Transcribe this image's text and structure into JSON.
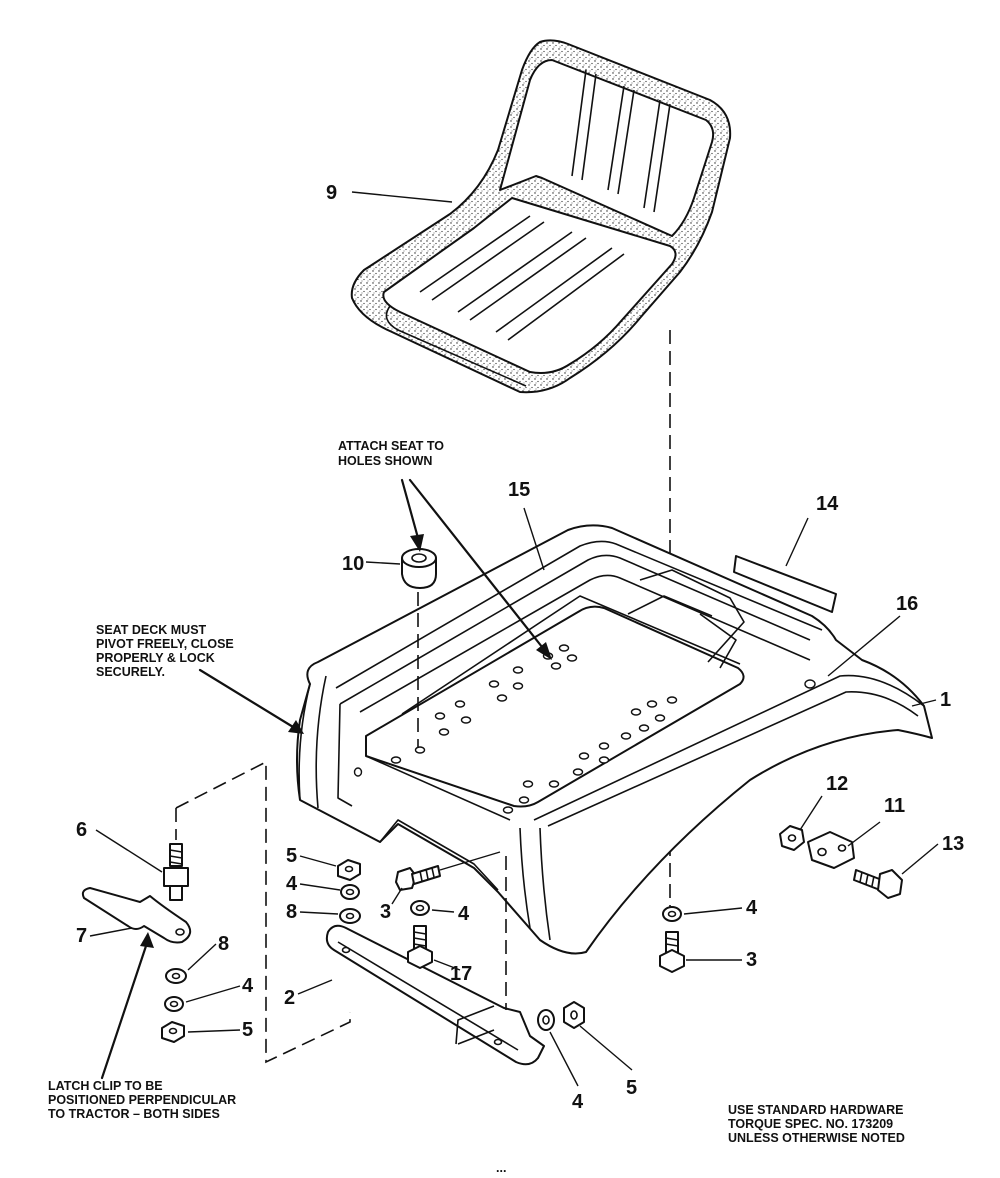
{
  "callouts": {
    "c1": "1",
    "c2": "2",
    "c3a": "3",
    "c3b": "3",
    "c4a": "4",
    "c4b": "4",
    "c4c": "4",
    "c4d": "4",
    "c4e": "4",
    "c5a": "5",
    "c5b": "5",
    "c5c": "5",
    "c6": "6",
    "c7": "7",
    "c8a": "8",
    "c8b": "8",
    "c9": "9",
    "c10": "10",
    "c11": "11",
    "c12": "12",
    "c13": "13",
    "c14": "14",
    "c15": "15",
    "c16": "16",
    "c17": "17"
  },
  "notes": {
    "attach": [
      "ATTACH SEAT TO",
      "HOLES SHOWN"
    ],
    "seat_deck": [
      "SEAT DECK MUST",
      "PIVOT FREELY, CLOSE",
      "PROPERLY & LOCK",
      "SECURELY."
    ],
    "latch": [
      "LATCH CLIP TO BE",
      "POSITIONED PERPENDICULAR",
      "TO TRACTOR  – BOTH SIDES"
    ],
    "hardware": [
      "USE STANDARD HARDWARE",
      "TORQUE SPEC. NO. 173209",
      "UNLESS OTHERWISE NOTED"
    ]
  },
  "footer": "..."
}
